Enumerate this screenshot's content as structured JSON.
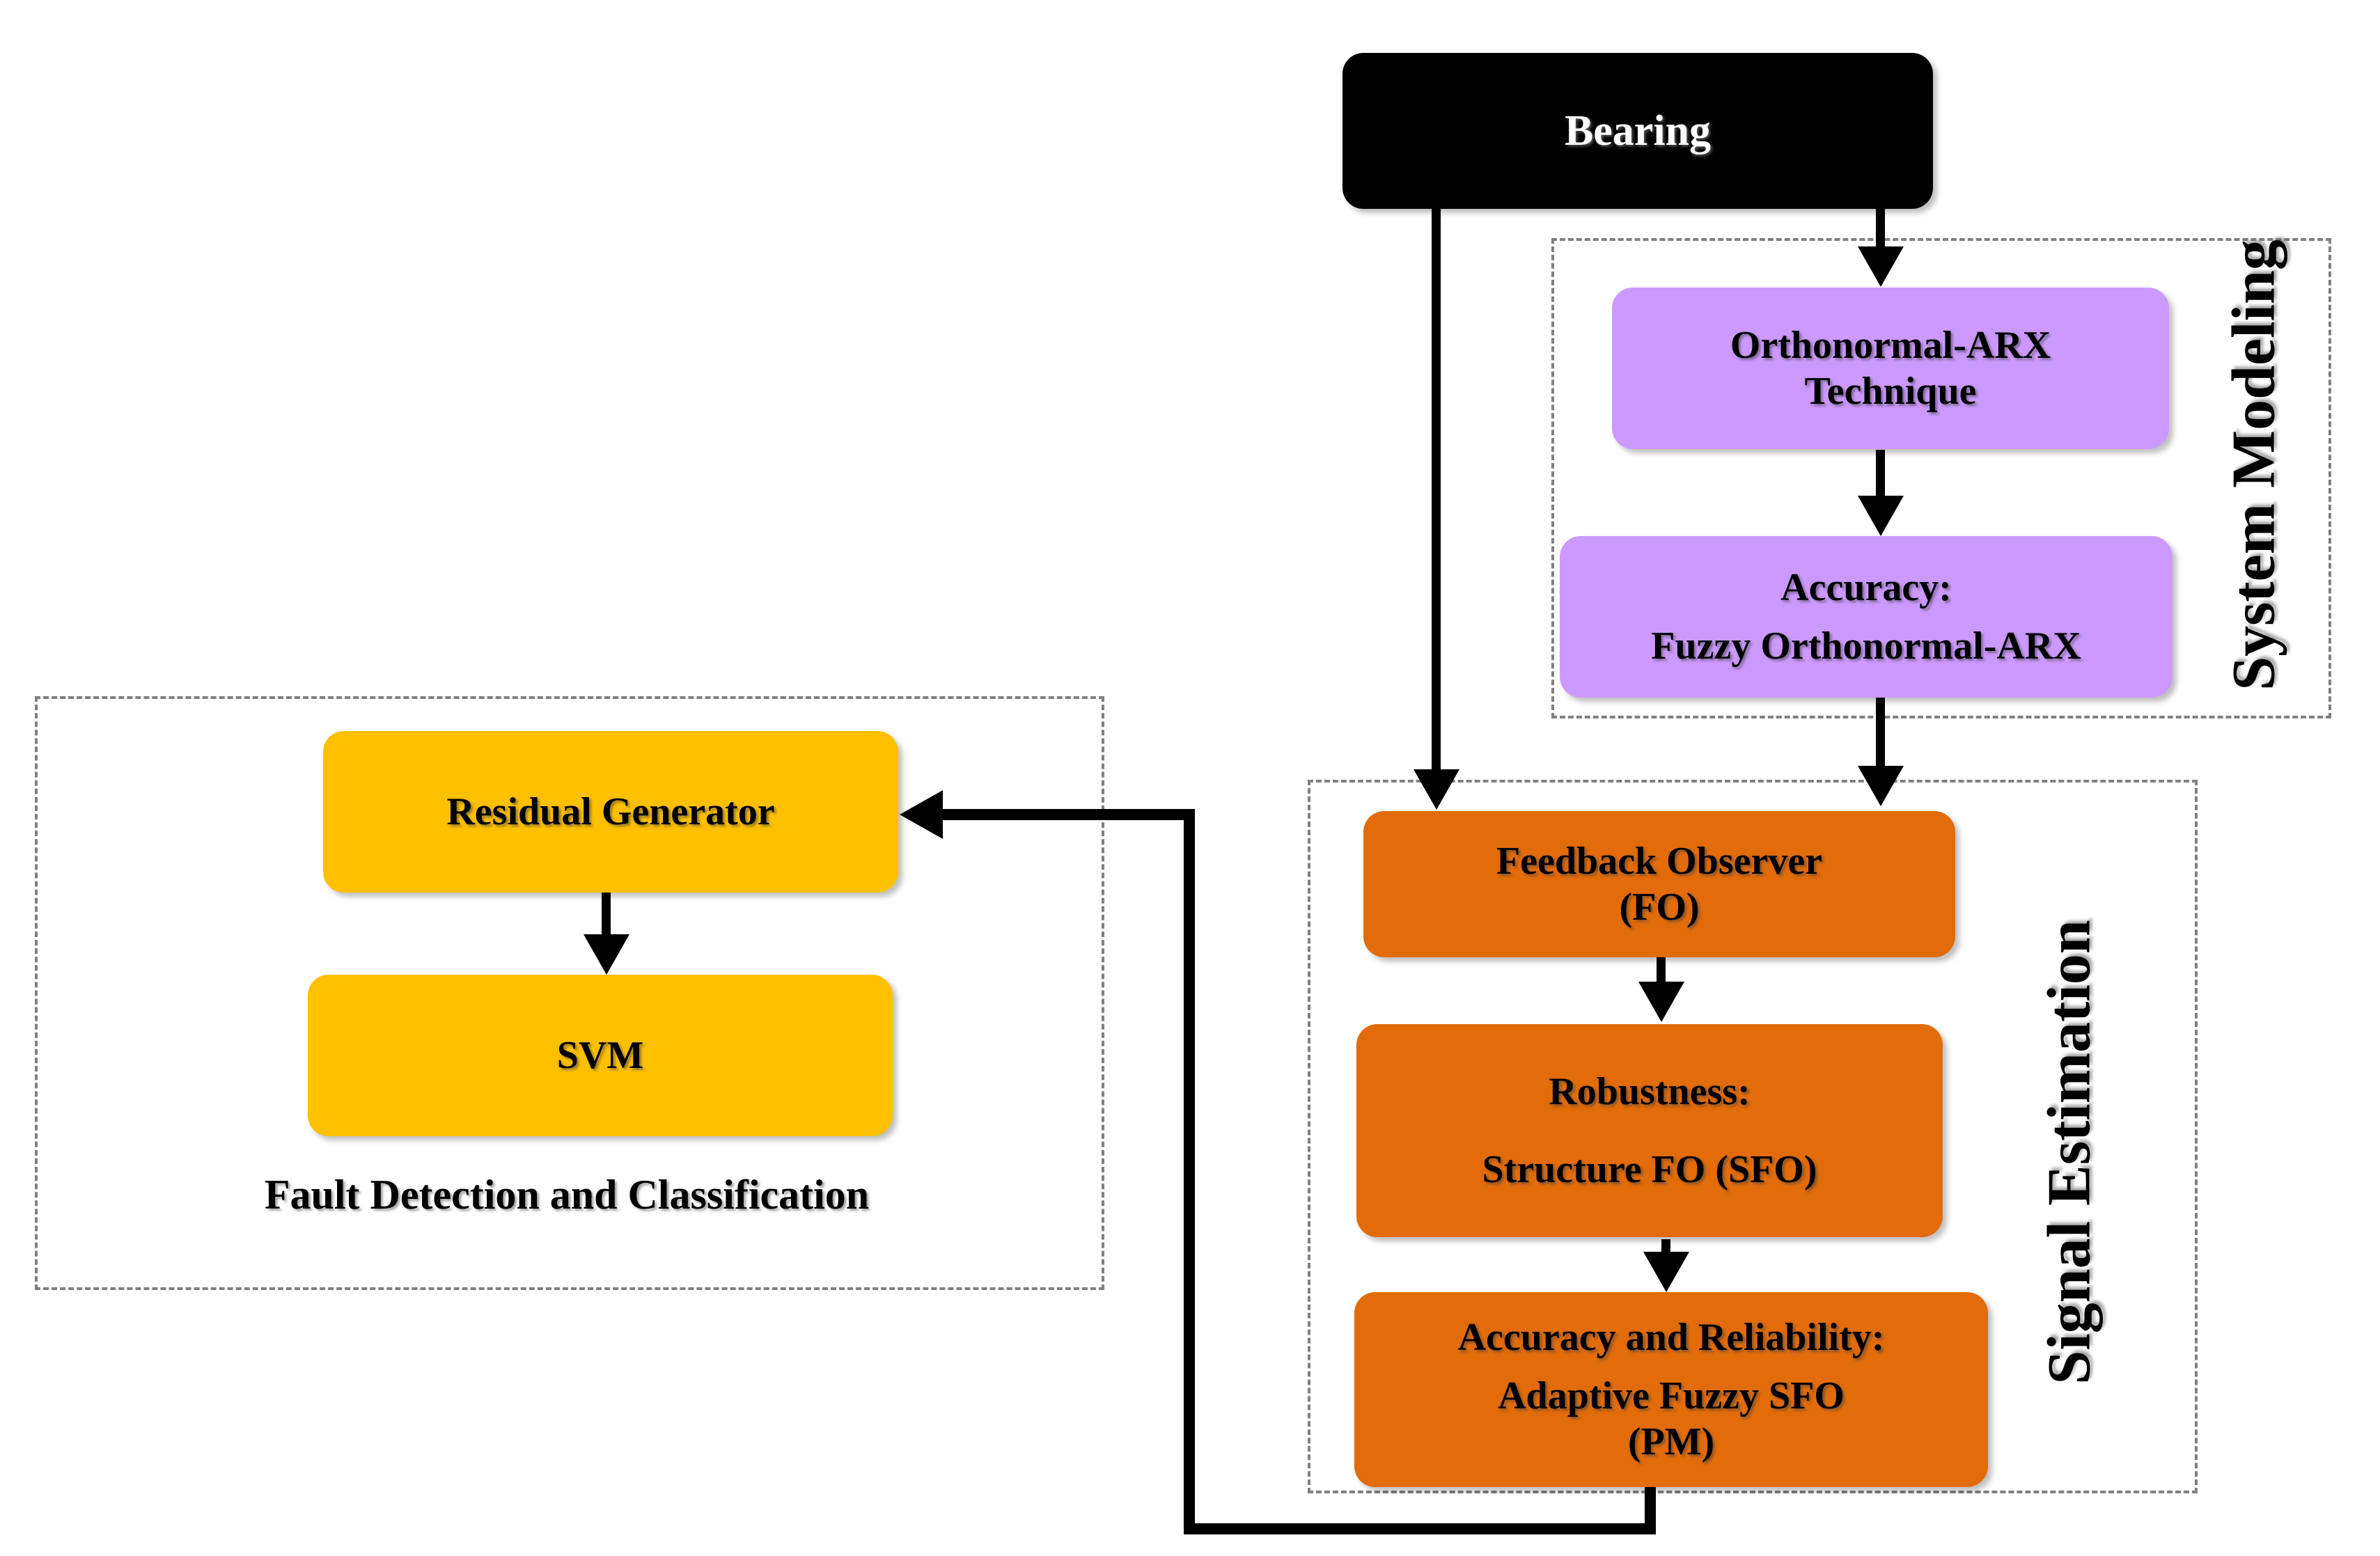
{
  "colors": {
    "node_black": "#000000",
    "purple": "#CC99FF",
    "orange": "#E26B0A",
    "gold": "#FFC000",
    "line": "#000000",
    "border_gray": "#808080",
    "background": "#FFFFFF"
  },
  "nodes": {
    "bearing": {
      "label": "Bearing"
    },
    "orthonormal_arx": {
      "line1": "Orthonormal-ARX",
      "line2": "Technique"
    },
    "fuzzy_orthonormal_arx": {
      "line1": "Accuracy:",
      "line2": "Fuzzy Orthonormal-ARX"
    },
    "feedback_observer": {
      "line1": "Feedback Observer",
      "line2": "(FO)"
    },
    "structure_fo": {
      "line1": "Robustness:",
      "line2": "Structure FO (SFO)"
    },
    "adaptive_fuzzy_sfo": {
      "line1": "Accuracy and Reliability:",
      "line2": "Adaptive Fuzzy SFO",
      "line3": "(PM)"
    },
    "residual_generator": {
      "label": "Residual Generator"
    },
    "svm": {
      "label": "SVM"
    }
  },
  "groups": {
    "system_modeling": {
      "label": "System Modeling"
    },
    "signal_estimation": {
      "label": "Signal Estimation"
    },
    "fault_detection": {
      "label": "Fault Detection and Classification"
    }
  }
}
